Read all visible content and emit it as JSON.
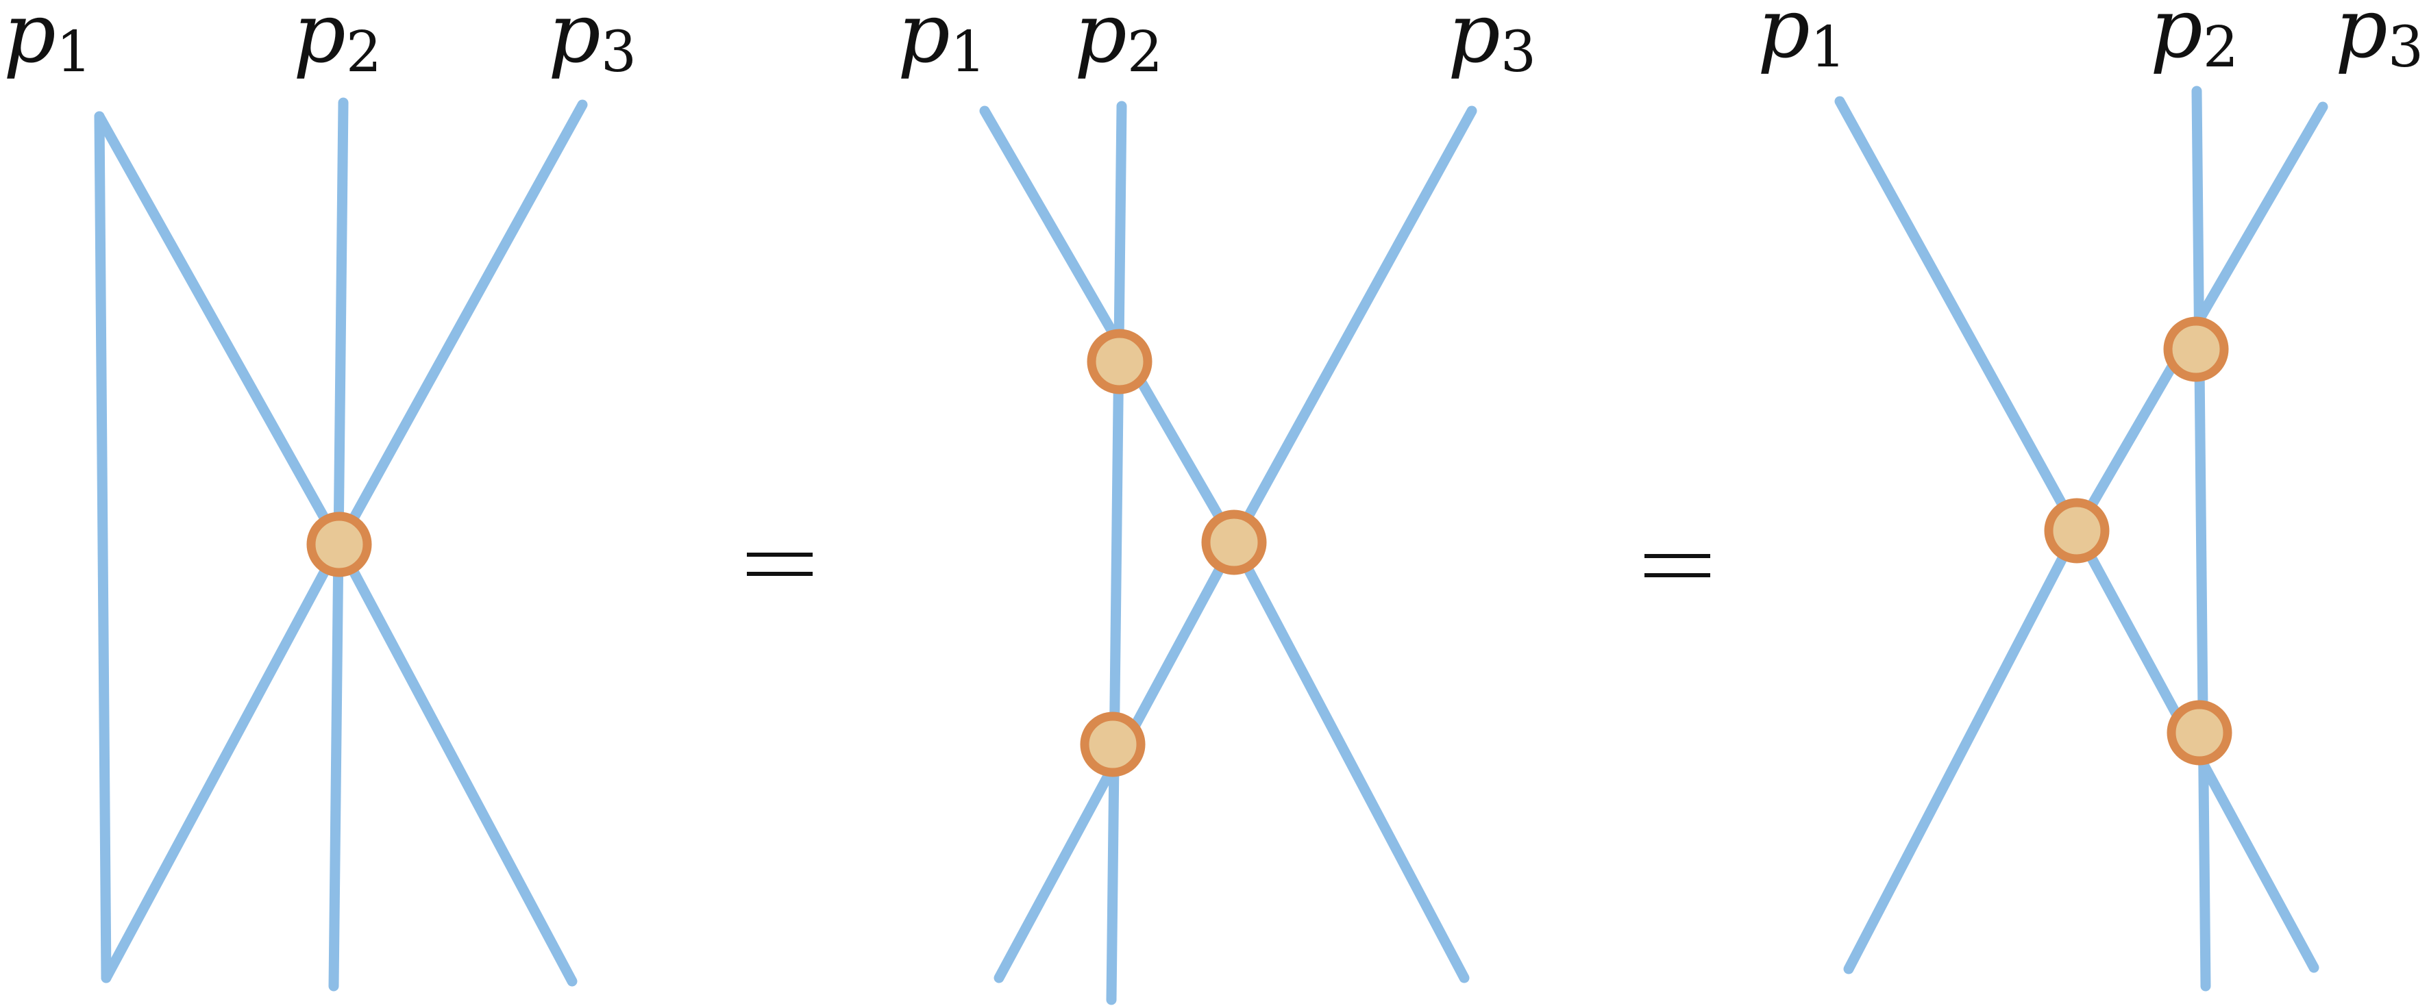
{
  "panels": [
    {
      "labels": [
        {
          "name": "p",
          "sub": "1"
        },
        {
          "name": "p",
          "sub": "2"
        },
        {
          "name": "p",
          "sub": "3"
        }
      ],
      "vertex_count": 1
    },
    {
      "labels": [
        {
          "name": "p",
          "sub": "1"
        },
        {
          "name": "p",
          "sub": "2"
        },
        {
          "name": "p",
          "sub": "3"
        }
      ],
      "vertex_count": 3
    },
    {
      "labels": [
        {
          "name": "p",
          "sub": "1"
        },
        {
          "name": "p",
          "sub": "2"
        },
        {
          "name": "p",
          "sub": "3"
        }
      ],
      "vertex_count": 3
    }
  ],
  "colors": {
    "line": "#8dbde6",
    "vertex_fill": "#e8c896",
    "vertex_stroke": "#d9894d",
    "text": "#111111"
  }
}
